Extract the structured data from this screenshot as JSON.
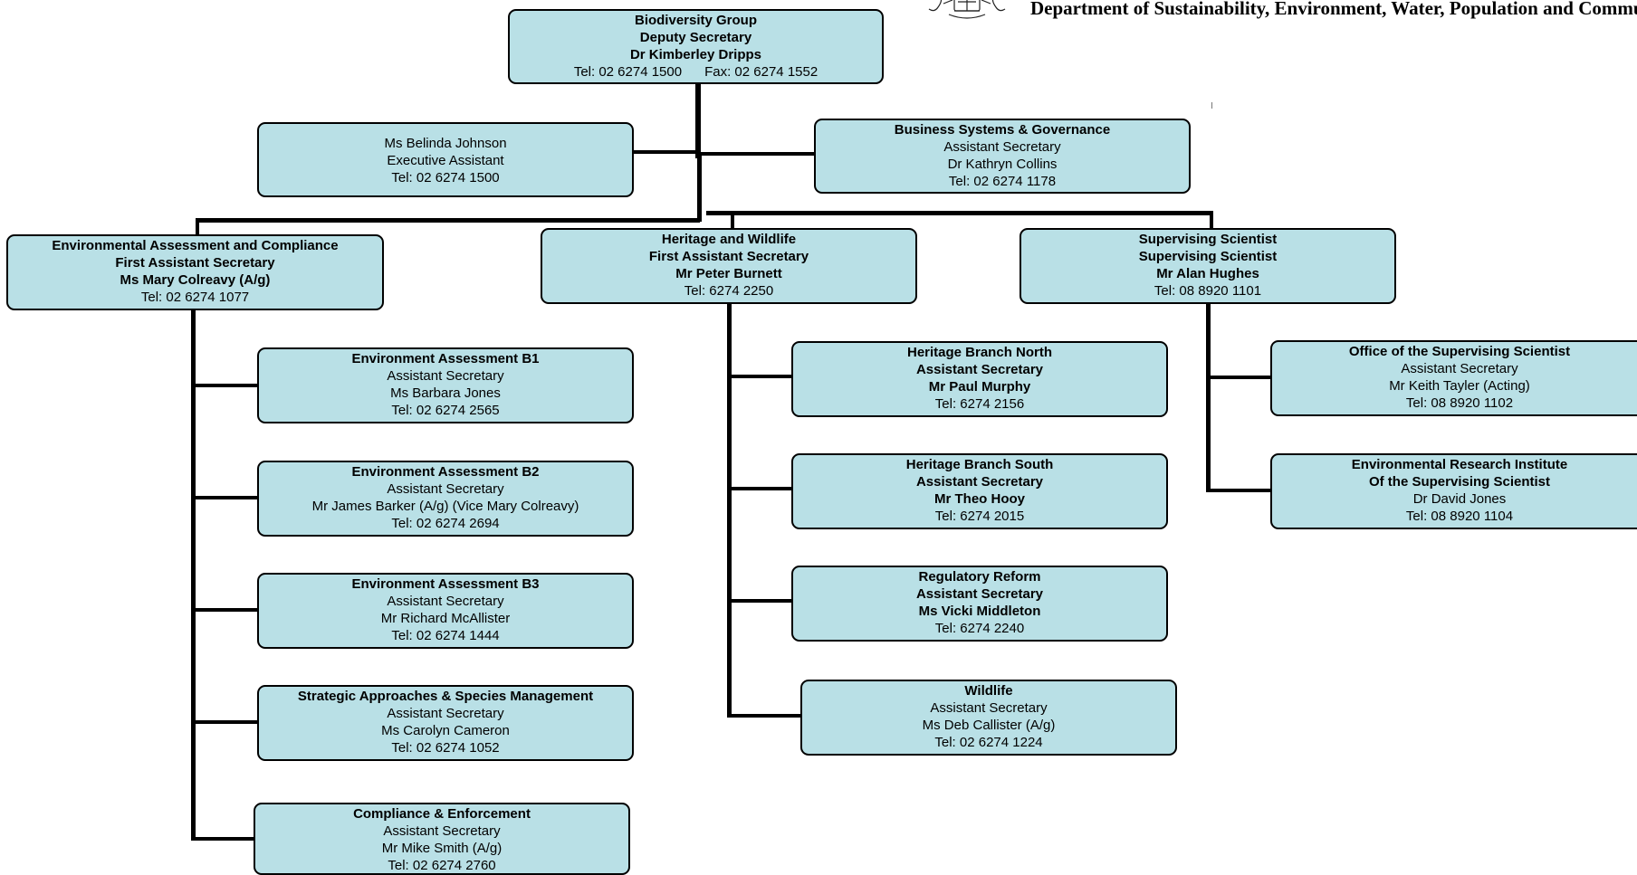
{
  "header": {
    "department": "Department of Sustainability, Environment, Water, Population and Communities"
  },
  "colors": {
    "box_fill": "#b9e0e6",
    "lines": "#000000"
  },
  "boxes": {
    "top": {
      "l1": "Biodiversity Group",
      "l2": "Deputy Secretary",
      "l3": "Dr Kimberley Dripps",
      "l4": "Tel: 02 6274 1500      Fax: 02 6274 1552"
    },
    "ea": {
      "l1": "Ms Belinda Johnson",
      "l2": "Executive Assistant",
      "l3": "Tel: 02 6274 1500"
    },
    "bsg": {
      "l1": "Business Systems & Governance",
      "l2": "Assistant Secretary",
      "l3": "Dr Kathryn Collins",
      "l4": "Tel: 02 6274 1178"
    },
    "eac": {
      "l1": "Environmental Assessment and Compliance",
      "l2": "First Assistant Secretary",
      "l3": "Ms Mary Colreavy (A/g)",
      "l4": "Tel: 02 6274 1077"
    },
    "hw": {
      "l1": "Heritage and Wildlife",
      "l2": "First Assistant Secretary",
      "l3": "Mr Peter Burnett",
      "l4": "Tel: 6274 2250"
    },
    "ss": {
      "l1": "Supervising Scientist",
      "l2": "Supervising Scientist",
      "l3": "Mr Alan Hughes",
      "l4": "Tel: 08 8920 1101"
    },
    "b1": {
      "l1": "Environment Assessment B1",
      "l2": "Assistant Secretary",
      "l3": "Ms Barbara Jones",
      "l4": "Tel: 02 6274 2565"
    },
    "b2": {
      "l1": "Environment Assessment B2",
      "l2": "Assistant Secretary",
      "l3": "Mr James Barker (A/g) (Vice Mary Colreavy)",
      "l4": "Tel: 02 6274 2694"
    },
    "b3": {
      "l1": "Environment Assessment B3",
      "l2": "Assistant Secretary",
      "l3": "Mr Richard McAllister",
      "l4": "Tel: 02 6274 1444"
    },
    "sasm": {
      "l1": "Strategic Approaches & Species Management",
      "l2": "Assistant Secretary",
      "l3": "Ms Carolyn Cameron",
      "l4": "Tel: 02 6274 1052"
    },
    "ce": {
      "l1": "Compliance & Enforcement",
      "l2": "Assistant Secretary",
      "l3": "Mr Mike Smith (A/g)",
      "l4": "Tel: 02 6274 2760"
    },
    "hbn": {
      "l1": "Heritage Branch North",
      "l2": "Assistant Secretary",
      "l3": "Mr Paul Murphy",
      "l4": "Tel: 6274 2156"
    },
    "hbs": {
      "l1": "Heritage Branch South",
      "l2": "Assistant Secretary",
      "l3": "Mr Theo Hooy",
      "l4": "Tel: 6274 2015"
    },
    "rr": {
      "l1": "Regulatory Reform",
      "l2": "Assistant Secretary",
      "l3": "Ms Vicki Middleton",
      "l4": "Tel: 6274 2240"
    },
    "wl": {
      "l1": "Wildlife",
      "l2": "Assistant Secretary",
      "l3": "Ms Deb Callister (A/g)",
      "l4": "Tel: 02 6274 1224"
    },
    "oss": {
      "l1": "Office of the Supervising Scientist",
      "l2": "Assistant Secretary",
      "l3": "Mr Keith Tayler (Acting)",
      "l4": "Tel: 08 8920 1102"
    },
    "eri": {
      "l1": "Environmental Research Institute",
      "l2": "Of the Supervising Scientist",
      "l3": "Dr David Jones",
      "l4": "Tel: 08 8920 1104"
    }
  }
}
